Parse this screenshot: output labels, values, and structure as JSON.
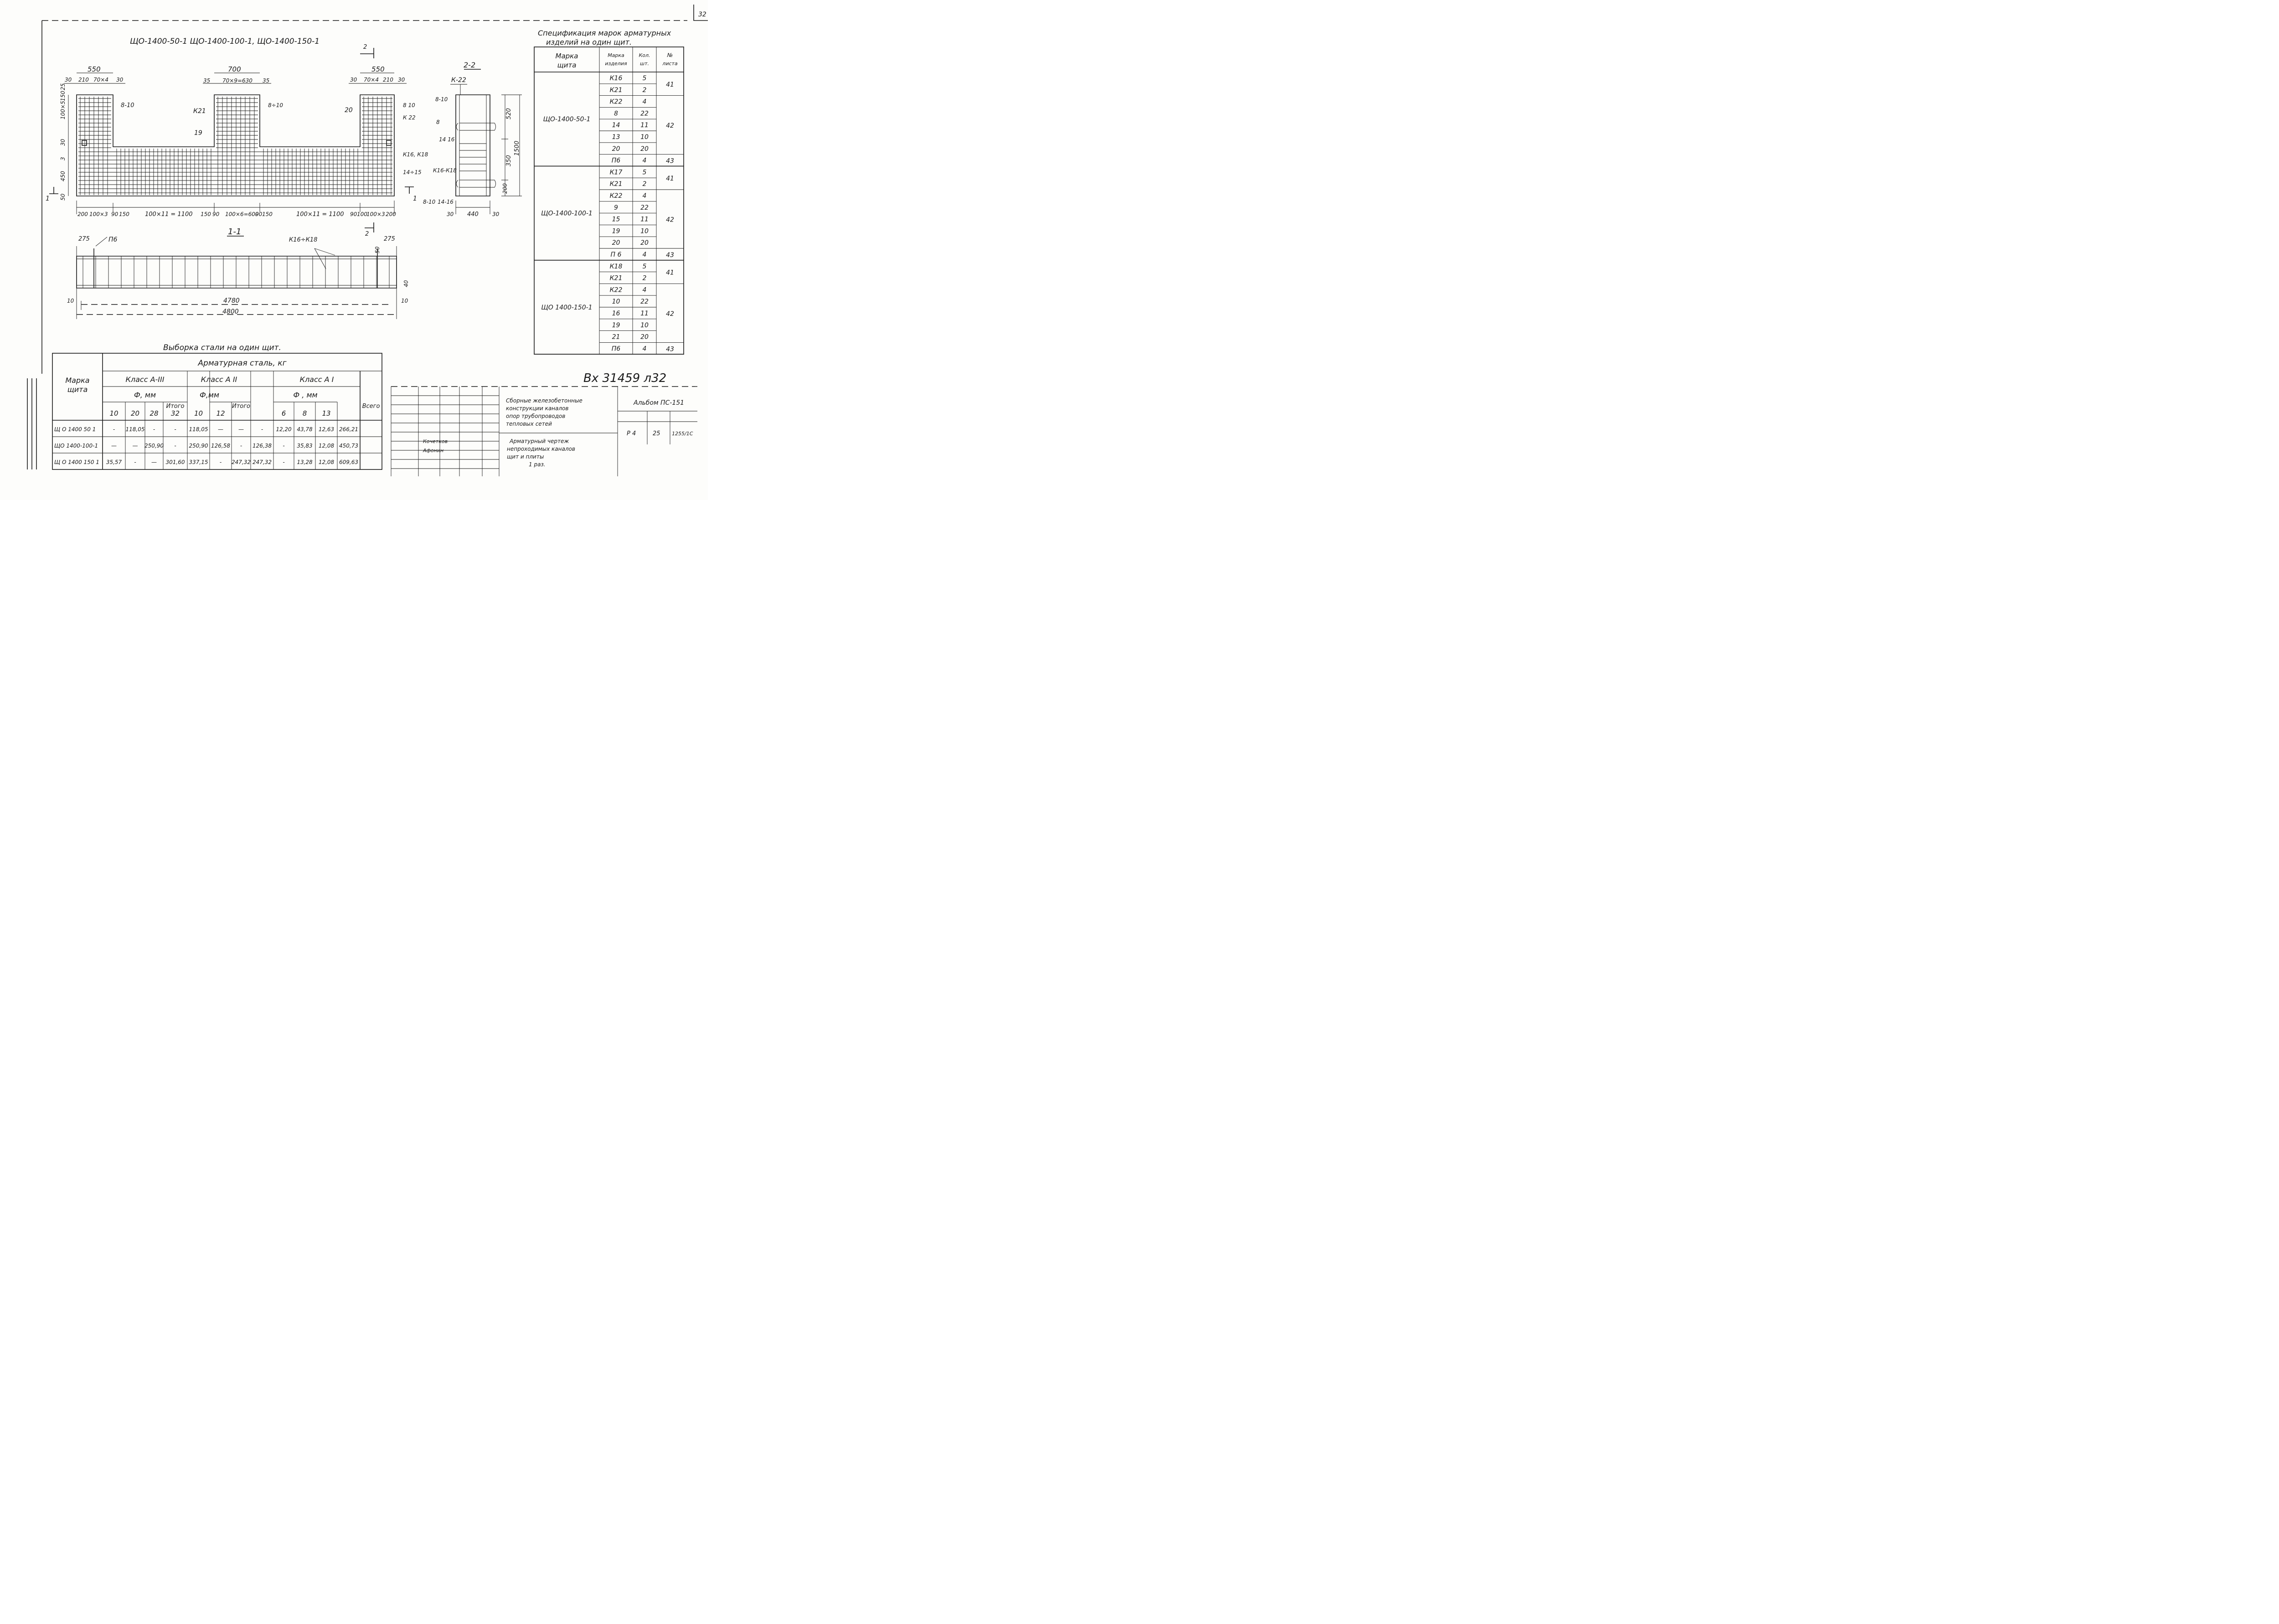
{
  "sheet_number": "32",
  "drawing_title": "ЩО-1400-50-1   ЩО-1400-100-1,   ЩО-1400-150-1",
  "elevation": {
    "top_dims": [
      "550",
      "700",
      "550"
    ],
    "sub_dims": [
      "30",
      "210",
      "70×4",
      "30",
      "35",
      "70×9=630",
      "35",
      "30",
      "70×4",
      "210",
      "30"
    ],
    "bottom_dims": [
      "200",
      "100×3",
      "90",
      "150",
      "100×11 = 1100",
      "150",
      "90",
      "100×6=600",
      "90",
      "150",
      "100×11 = 1100",
      "90",
      "100",
      "100×3",
      "200"
    ],
    "left_dims": [
      "100×5",
      "150",
      "25",
      "30",
      "3",
      "450",
      "50"
    ],
    "labels": [
      "8-10",
      "К21",
      "19",
      "8÷10",
      "20",
      "8 10",
      "К 22",
      "К16, К18",
      "14÷15",
      "2"
    ],
    "section_marks": [
      "1",
      "1",
      "2",
      "2"
    ]
  },
  "section_2_2": {
    "title": "2-2",
    "mark": "К-22",
    "labels": [
      "8-10",
      "8",
      "14 16",
      "К16-К18",
      "8-10",
      "14-16"
    ],
    "dims": [
      "520",
      "350",
      "200",
      "1500",
      "30",
      "440",
      "30"
    ]
  },
  "section_1_1": {
    "title": "1-1",
    "labels": [
      "П6",
      "К16÷К18"
    ],
    "dims": [
      "275",
      "275",
      "10",
      "4780",
      "10",
      "4800",
      "50",
      "40"
    ]
  },
  "spec_table": {
    "title_lines": [
      "Спецификация марок арматурных",
      "изделий на один щит."
    ],
    "headers": [
      "Марка щита",
      "Марка изделия",
      "Кол. шт.",
      "№ листа"
    ],
    "groups": [
      {
        "name": "ЩО-1400-50-1",
        "rows": [
          [
            "К16",
            "5",
            "41"
          ],
          [
            "К21",
            "2",
            ""
          ],
          [
            "К22",
            "4",
            "42"
          ],
          [
            "8",
            "22",
            ""
          ],
          [
            "14",
            "11",
            ""
          ],
          [
            "13",
            "10",
            ""
          ],
          [
            "20",
            "20",
            ""
          ],
          [
            "П6",
            "4",
            "43"
          ]
        ]
      },
      {
        "name": "ЩО-1400-100-1",
        "rows": [
          [
            "К17",
            "5",
            "41"
          ],
          [
            "К21",
            "2",
            ""
          ],
          [
            "К22",
            "4",
            "42"
          ],
          [
            "9",
            "22",
            ""
          ],
          [
            "15",
            "11",
            ""
          ],
          [
            "19",
            "10",
            ""
          ],
          [
            "20",
            "20",
            ""
          ],
          [
            "П 6",
            "4",
            "43"
          ]
        ]
      },
      {
        "name": "ЩО 1400-150-1",
        "rows": [
          [
            "К18",
            "5",
            "41"
          ],
          [
            "К21",
            "2",
            ""
          ],
          [
            "К22",
            "4",
            "42"
          ],
          [
            "10",
            "22",
            ""
          ],
          [
            "16",
            "11",
            ""
          ],
          [
            "19",
            "10",
            ""
          ],
          [
            "21",
            "20",
            ""
          ],
          [
            "П6",
            "4",
            "43"
          ]
        ]
      }
    ]
  },
  "steel_table": {
    "title": "Выборка стали на один щит.",
    "headers": {
      "mark": "Марка щита",
      "steel": "Арматурная сталь, кг",
      "classes": [
        "Класс А-III",
        "Класс А II",
        "Класс А I"
      ],
      "diam": [
        "Ф, мм",
        "Ф,мм",
        "Ф , мм"
      ],
      "a3_sizes": [
        "10",
        "20",
        "28",
        "32"
      ],
      "a2_sizes": [
        "10",
        "12"
      ],
      "a1_sizes": [
        "6",
        "8",
        "13"
      ],
      "itogo": "Итого",
      "total": "Всего"
    },
    "rows": [
      [
        "Щ О 1400 50 1",
        "-",
        "118,05",
        "-",
        "-",
        "118,05",
        "—",
        "—",
        "-",
        "12,20",
        "43,78",
        "12,63",
        "266,21"
      ],
      [
        "ЩО 1400-100-1",
        "—",
        "—",
        "250,90",
        "-",
        "250,90",
        "126,58",
        "-",
        "126,38",
        "-",
        "35,83",
        "12,08",
        "450,73"
      ],
      [
        "Щ О 1400 150 1",
        "35,57",
        "-",
        "—",
        "301,60",
        "337,15",
        "-",
        "247,32",
        "247,32",
        "-",
        "13,28",
        "12,08",
        "609,63"
      ]
    ]
  },
  "registry_number": "Вх 31459 л32",
  "title_block": {
    "description": [
      "Сборные железобетонные",
      "конструкции каналов",
      "опор трубопроводов",
      "тепловых сетей"
    ],
    "drawing_name": [
      "Арматурный чертеж",
      "непроходимых каналов",
      "щит и плиты",
      "1 раз."
    ],
    "album": "Альбом ПС-151",
    "stage": "Р 4",
    "sheet": "25",
    "code": "1255/1С",
    "people": [
      "Кочетков",
      "Афонин"
    ]
  }
}
